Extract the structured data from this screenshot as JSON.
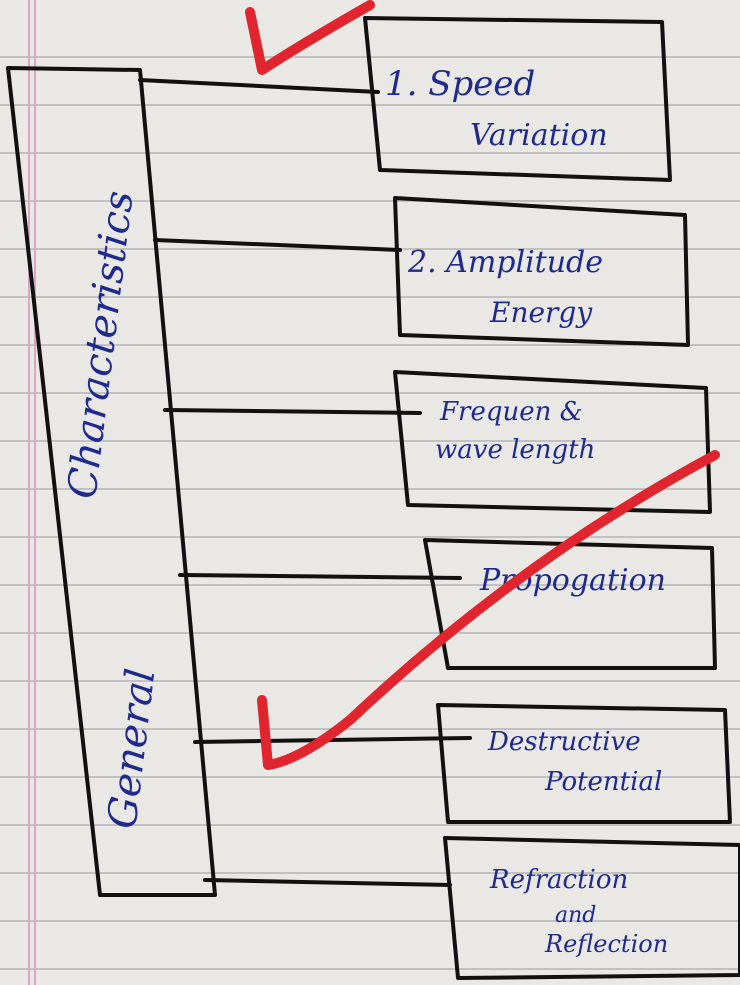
{
  "vertical_label": {
    "line1": "Characteristics",
    "line2": "General"
  },
  "boxes": [
    {
      "line1": "1. Speed",
      "line2": "Variation"
    },
    {
      "line1": "2. Amplitude",
      "line2": "Energy"
    },
    {
      "line1": "Frequen &",
      "line2": "wave length"
    },
    {
      "line1": "Propogation",
      "line2": ""
    },
    {
      "line1": "Destructive",
      "line2": "Potential"
    },
    {
      "line1": "Refraction",
      "line2": "and",
      "line3": "Reflection"
    }
  ],
  "colors": {
    "ink": "#1e2a8c",
    "annotation": "#e0252f",
    "lines": "#111111",
    "paper": "#e9e8e4",
    "margin": "#d9a6c4"
  }
}
